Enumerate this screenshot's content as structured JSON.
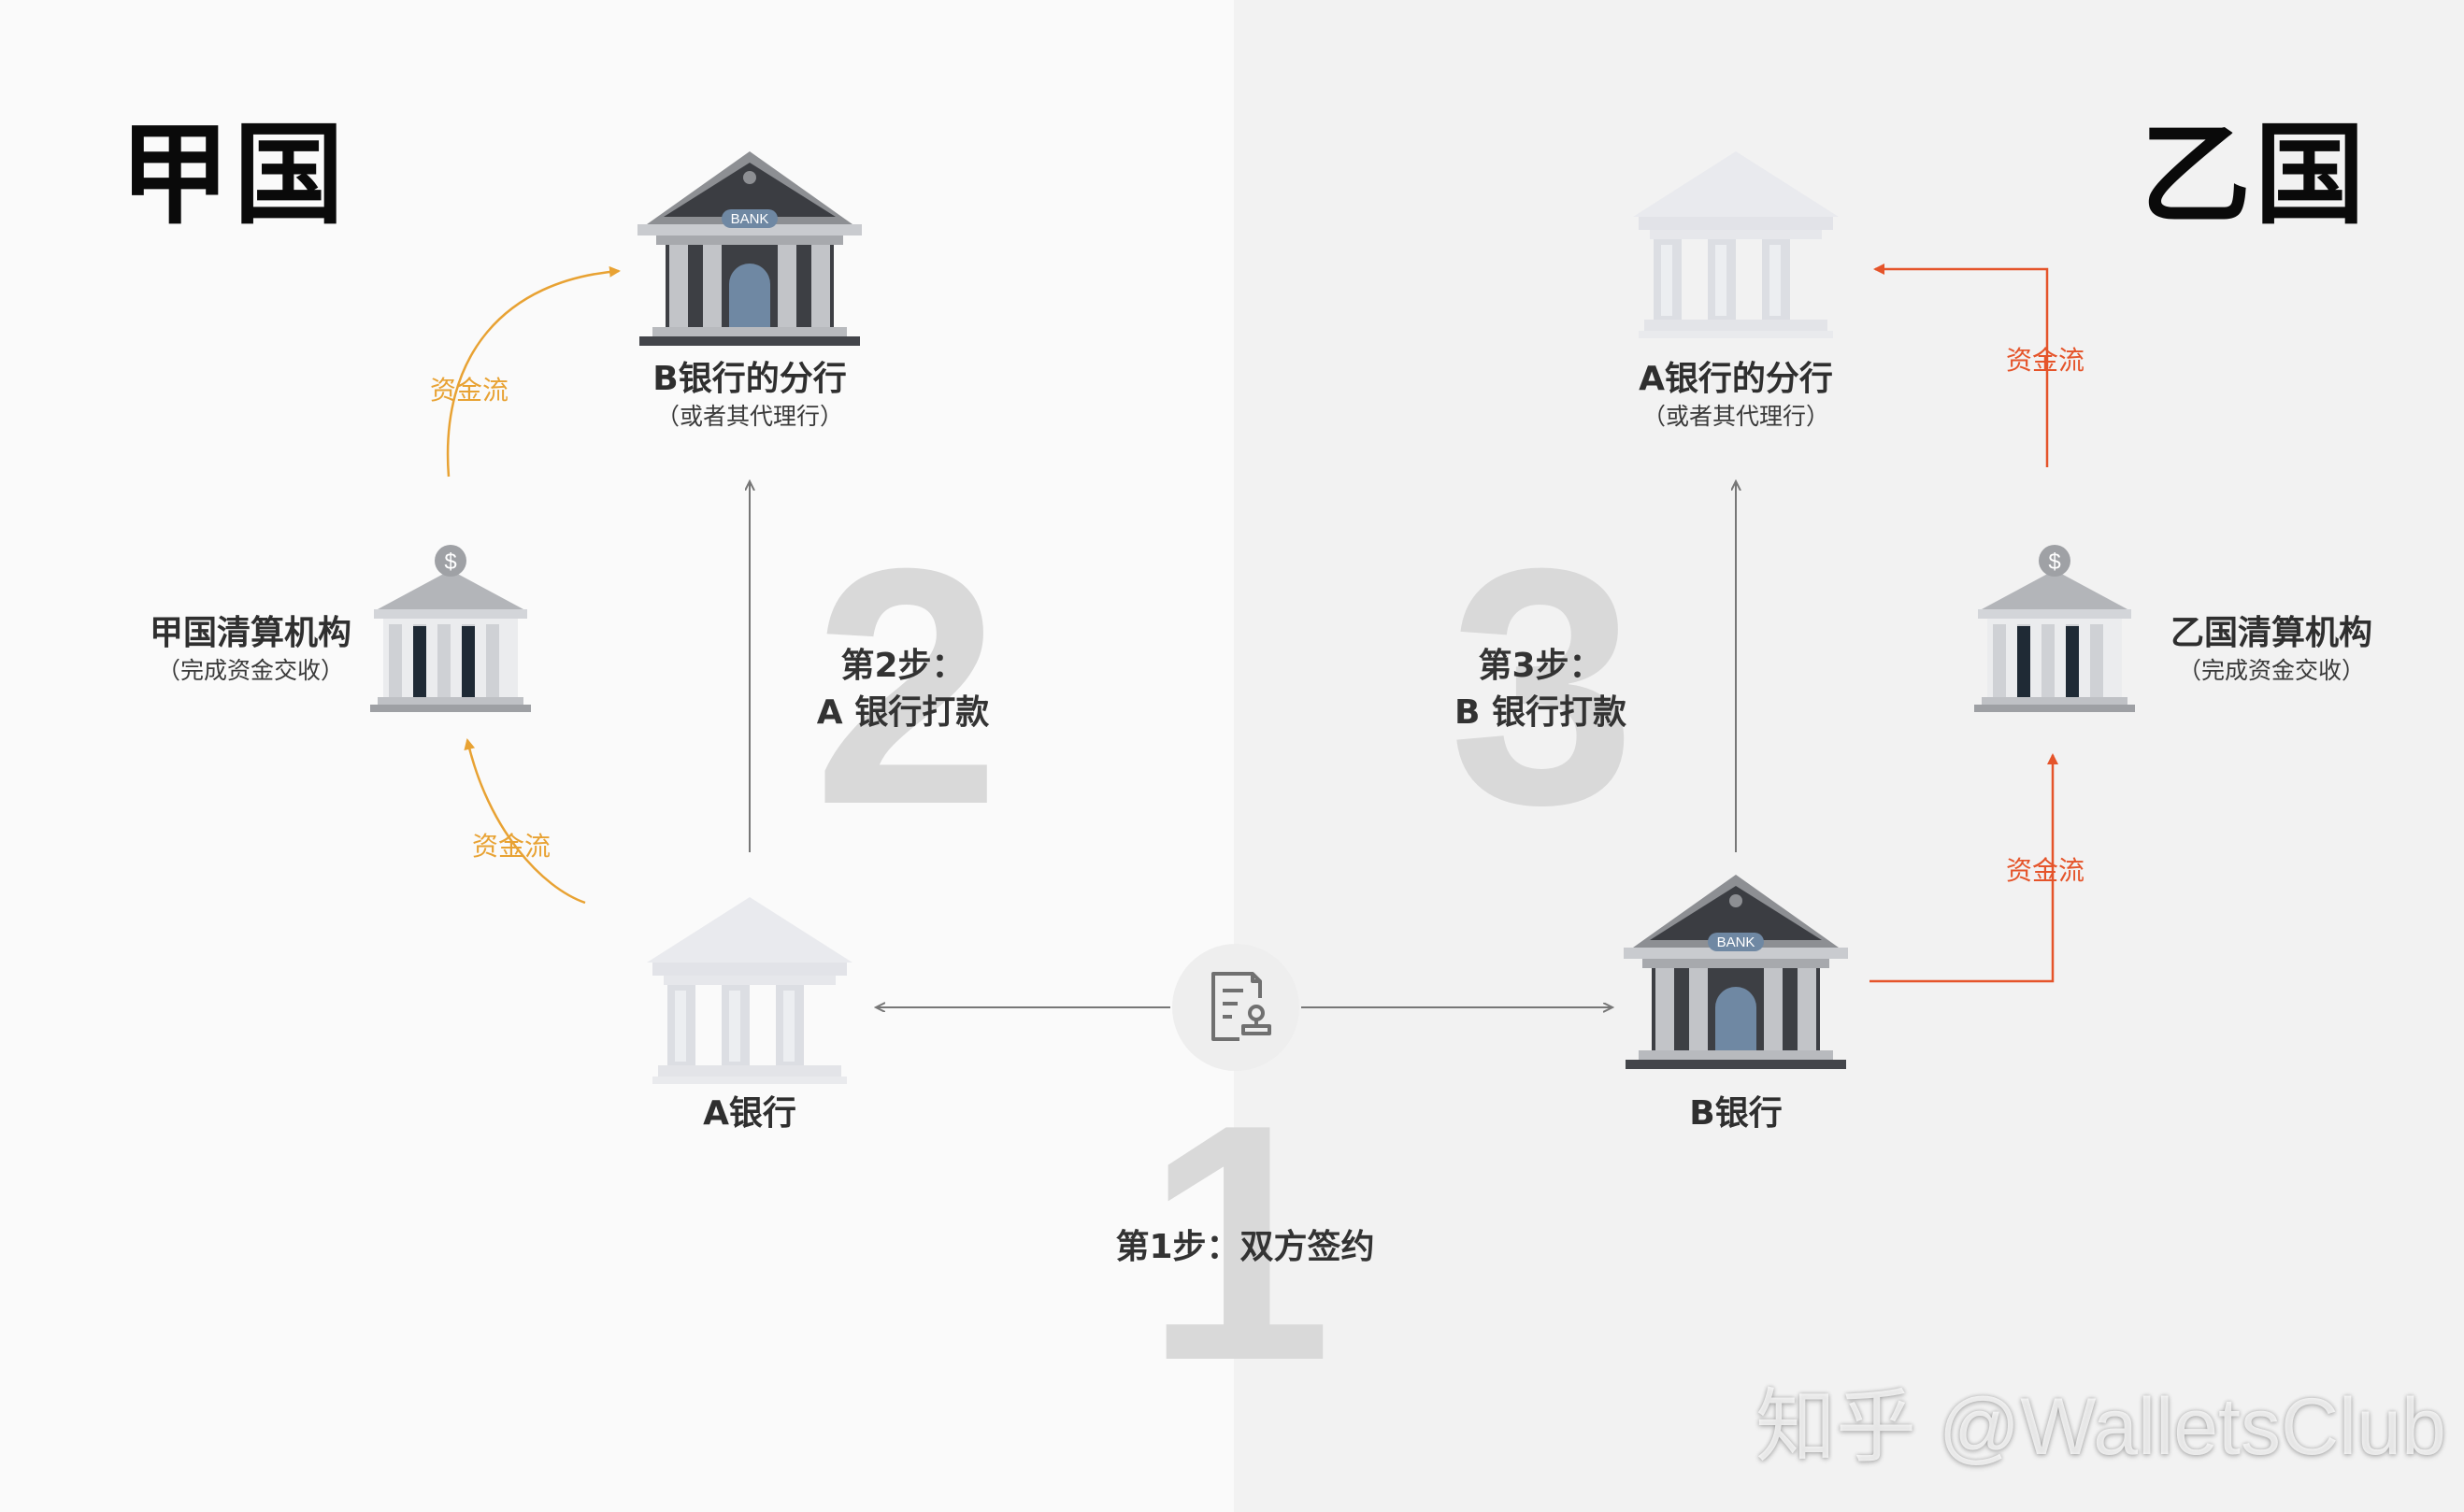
{
  "countries": {
    "left": "甲国",
    "right": "乙国"
  },
  "steps": {
    "step1": {
      "number": "1",
      "text": "第1步：双方签约"
    },
    "step2": {
      "number": "2",
      "line1": "第2步：",
      "line2": "A 银行打款"
    },
    "step3": {
      "number": "3",
      "line1": "第3步：",
      "line2": "B 银行打款"
    }
  },
  "nodes": {
    "b_branch": {
      "label": "B银行的分行",
      "sub": "（或者其代理行）",
      "sign": "BANK"
    },
    "a_branch": {
      "label": "A银行的分行",
      "sub": "（或者其代理行）"
    },
    "clearing_left": {
      "label": "甲国清算机构",
      "sub": "（完成资金交收）",
      "sign": "$"
    },
    "clearing_right": {
      "label": "乙国清算机构",
      "sub": "（完成资金交收）",
      "sign": "$"
    },
    "a_bank": {
      "label": "A银行"
    },
    "b_bank": {
      "label": "B银行",
      "sign": "BANK"
    }
  },
  "flows": {
    "left_top": "资金流",
    "left_bottom": "资金流",
    "right_top": "资金流",
    "right_bottom": "资金流"
  },
  "watermark": "知乎 @WalletsClub",
  "colors": {
    "flow_left": "#e8a233",
    "flow_right": "#e5542a",
    "connector": "#777777"
  },
  "icons": {
    "contract": "contract-stamp-icon",
    "bank": "bank-building-icon",
    "clearing": "clearing-house-icon"
  }
}
